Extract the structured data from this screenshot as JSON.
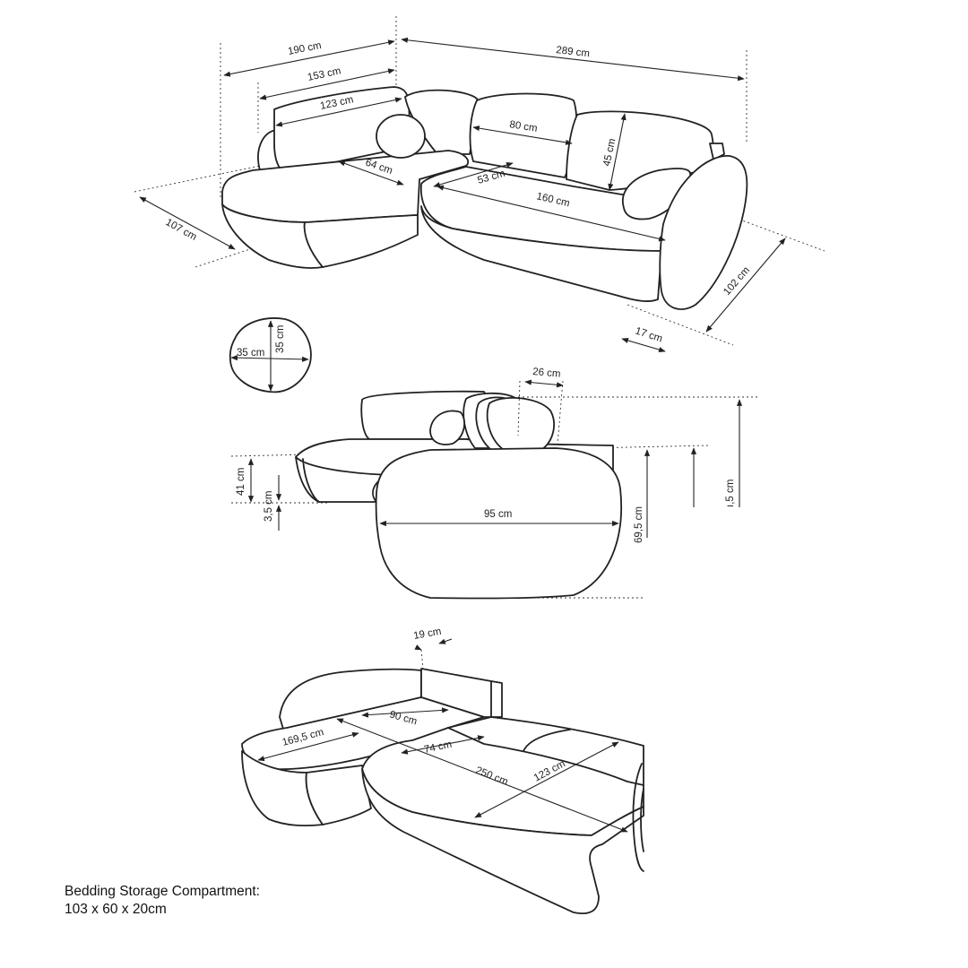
{
  "dimensions": {
    "total_width": "289 cm",
    "corner_width": "190 cm",
    "corner_inner": "153 cm",
    "backrest_left": "123 cm",
    "seat_depth_left": "64 cm",
    "depth": "107 cm",
    "cushion_back": "80 cm",
    "back_height": "45 cm",
    "seat_depth": "53 cm",
    "seat_width": "160 cm",
    "side_depth": "102 cm",
    "arm_width": "17 cm",
    "pillow_w": "35 cm",
    "pillow_h": "35 cm",
    "head_depth": "26 cm",
    "seat_height": "41 cm",
    "leg_height": "3,5 cm",
    "side_length": "95 cm",
    "arm_height": "69,5 cm",
    "total_height": "ı,5 cm",
    "bed_arm": "19 cm",
    "bed_left": "169,5 cm",
    "bed_corner": "90 cm",
    "bed_seat": "74 cm",
    "bed_length": "250 cm",
    "bed_width": "123 cm"
  },
  "note": {
    "line1": "Bedding Storage Compartment:",
    "line2": "103 x 60 x 20cm"
  }
}
